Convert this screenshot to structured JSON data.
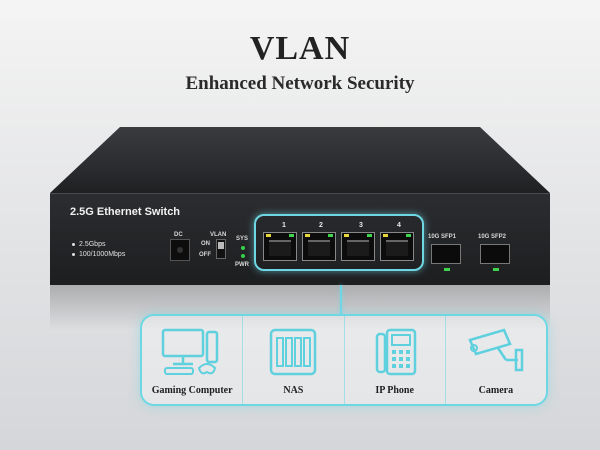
{
  "header": {
    "title": "VLAN",
    "subtitle": "Enhanced Network Security"
  },
  "device_panel": {
    "model": "2.5G Ethernet Switch",
    "specs": [
      "2.5Gbps",
      "100/1000Mbps"
    ],
    "dc_label": "DC",
    "vlan_label": "VLAN",
    "vlan_on": "ON",
    "vlan_off": "OFF",
    "sys_label": "SYS",
    "pwr_label": "PWR",
    "ports": [
      "1",
      "2",
      "3",
      "4"
    ],
    "sfp_ports": [
      "10G SFP1",
      "10G SFP2"
    ]
  },
  "devices": [
    {
      "label": "Gaming Computer",
      "icon": "gaming-computer-icon"
    },
    {
      "label": "NAS",
      "icon": "nas-icon"
    },
    {
      "label": "IP Phone",
      "icon": "ip-phone-icon"
    },
    {
      "label": "Camera",
      "icon": "camera-icon"
    }
  ],
  "colors": {
    "accent": "#6fd7e4",
    "led_green": "#3fd34e",
    "led_yellow": "#e5d43a"
  }
}
